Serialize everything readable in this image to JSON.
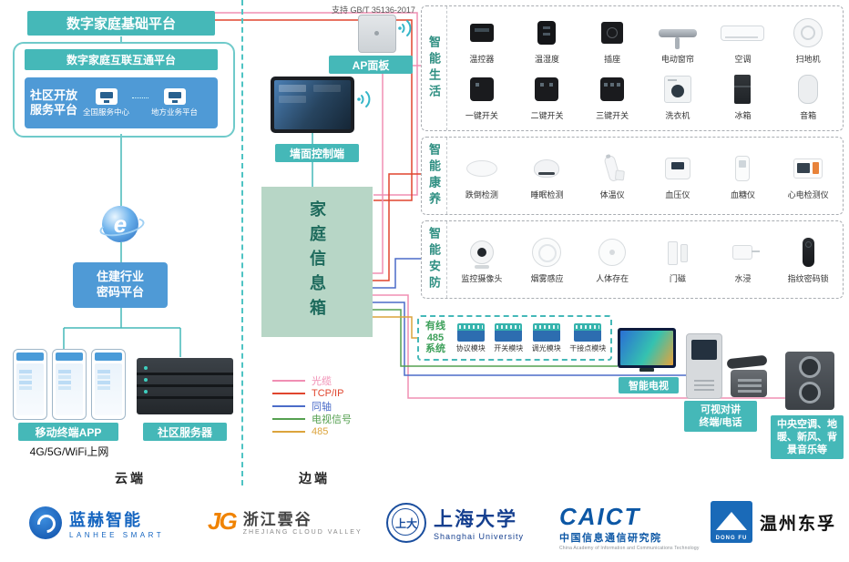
{
  "cloud": {
    "main_title": "数字家庭基础平台",
    "interconnect": "数字家庭互联互通平台",
    "community": {
      "title_line1": "社区开放",
      "title_line2": "服务平台",
      "items": [
        "全国服务中心",
        "地方业务平台"
      ]
    },
    "password_line1": "住建行业",
    "password_line2": "密码平台",
    "mobile_label": "移动终端APP",
    "mobile_sub": "4G/5G/WiFi上网",
    "server_label": "社区服务器",
    "zone_label": "云端"
  },
  "edge": {
    "standard_note": "支持 GB/T 35136-2017",
    "ap_label": "AP面板",
    "wall_label": "墙面控制端",
    "info_box_label": "家庭信息箱",
    "zone_label": "边端"
  },
  "legend": [
    {
      "label": "光缆",
      "color": "#f08fb4"
    },
    {
      "label": "TCP/IP",
      "color": "#e0452e"
    },
    {
      "label": "同轴",
      "color": "#4b6cc8"
    },
    {
      "label": "电视信号",
      "color": "#55a050"
    },
    {
      "label": "485",
      "color": "#dca43c"
    }
  ],
  "sections": [
    {
      "label": "智能生活",
      "devices": [
        {
          "label": "温控器",
          "icon": "thermostat"
        },
        {
          "label": "温湿度",
          "icon": "temp-humidity"
        },
        {
          "label": "插座",
          "icon": "socket"
        },
        {
          "label": "电动窗帘",
          "icon": "curtain-motor"
        },
        {
          "label": "空调",
          "icon": "air-conditioner"
        },
        {
          "label": "扫地机",
          "icon": "robot-vacuum"
        },
        {
          "label": "一键开关",
          "icon": "switch-1"
        },
        {
          "label": "二键开关",
          "icon": "switch-2"
        },
        {
          "label": "三键开关",
          "icon": "switch-3"
        },
        {
          "label": "洗衣机",
          "icon": "washer"
        },
        {
          "label": "冰箱",
          "icon": "fridge"
        },
        {
          "label": "音箱",
          "icon": "speaker"
        }
      ]
    },
    {
      "label": "智能康养",
      "devices": [
        {
          "label": "跌倒检测",
          "icon": "fall-detector"
        },
        {
          "label": "睡眠检测",
          "icon": "sleep-monitor"
        },
        {
          "label": "体温仪",
          "icon": "thermometer"
        },
        {
          "label": "血压仪",
          "icon": "bp-monitor"
        },
        {
          "label": "血糖仪",
          "icon": "glucose-meter"
        },
        {
          "label": "心电检测仪",
          "icon": "ecg-monitor"
        }
      ]
    },
    {
      "label": "智能安防",
      "devices": [
        {
          "label": "监控摄像头",
          "icon": "camera"
        },
        {
          "label": "烟雾感应",
          "icon": "smoke-sensor"
        },
        {
          "label": "人体存在",
          "icon": "presence-sensor"
        },
        {
          "label": "门磁",
          "icon": "door-sensor"
        },
        {
          "label": "水浸",
          "icon": "water-sensor"
        },
        {
          "label": "指纹密码锁",
          "icon": "smart-lock"
        }
      ]
    }
  ],
  "wired485": {
    "label_lines": [
      "有线",
      "485",
      "系统"
    ],
    "modules": [
      "协议模块",
      "开关模块",
      "调光模块",
      "干接点模块"
    ]
  },
  "right_devices": {
    "tv_label": "智能电视",
    "intercom_label_line1": "可视对讲",
    "intercom_label_line2": "终端/电话",
    "hvac_label": "中央空调、地暖、新风、背景音乐等"
  },
  "logos": {
    "lanhee": {
      "name": "蓝赫智能",
      "sub": "LANHEE SMART"
    },
    "cloudvalley": {
      "mark": "JG",
      "name": "浙江雲谷",
      "sub": "ZHEJIANG CLOUD VALLEY"
    },
    "shu": {
      "glyph": "上大",
      "name": "上海大学",
      "sub": "Shanghai University"
    },
    "caict": {
      "name": "CAICT",
      "sub": "中国信息通信研究院",
      "sub_en": "China Academy of Information and Communications Technology"
    },
    "dongfu": {
      "mark": "DONG FU",
      "name": "温州东孚"
    }
  }
}
